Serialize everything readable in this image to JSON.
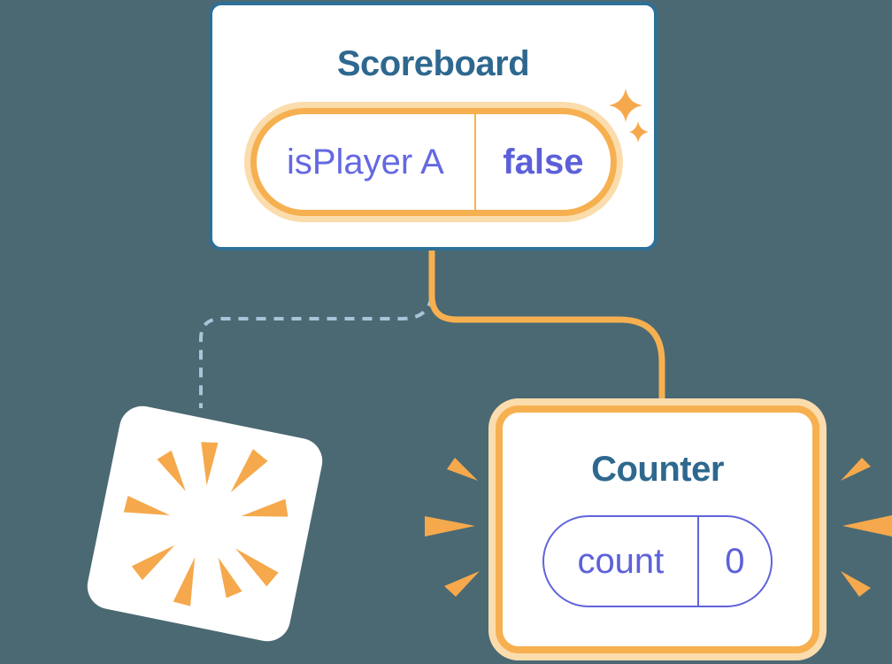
{
  "canvas": {
    "background_color": "#4B6973"
  },
  "scoreboard": {
    "title": "Scoreboard",
    "state": {
      "name": "isPlayer A",
      "value": "false"
    }
  },
  "counter": {
    "title": "Counter",
    "state": {
      "name": "count",
      "value": "0"
    }
  },
  "icons": {
    "sparkles": "two four-point stars marking updated state",
    "poof": "burst of rays marking a destroyed component",
    "emphasis_bursts": "ray wedges emphasizing the new Counter component"
  },
  "colors": {
    "background": "#4B6973",
    "card_border_blue": "#2E6F97",
    "title_teal": "#2E688F",
    "accent_orange": "#F6B050",
    "accent_orange_light": "#FBDCAD",
    "burst_orange": "#F5A94C",
    "state_purple": "#6468E2",
    "state_purple_bold": "#5C60D8",
    "dashed_blue": "#A9C4D9"
  }
}
